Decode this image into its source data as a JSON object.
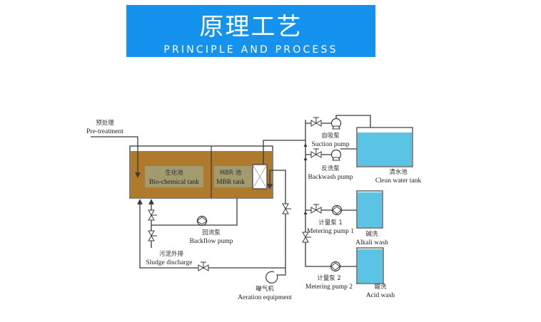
{
  "header": {
    "title_cn": "原理工艺",
    "title_en": "PRINCIPLE AND PROCESS"
  },
  "colors": {
    "banner": "#1592ee",
    "sludge_tank": "#b07a2c",
    "label_bg": "#a39a6e",
    "water_tank": "#5bc3e3",
    "pipe": "#3a3a3a"
  },
  "diagram": {
    "pretreatment": {
      "cn": "预处理",
      "en": "Pre-treatment"
    },
    "biochemical_tank": {
      "cn": "生化池",
      "en": "Bio-chemical tank"
    },
    "mbr_tank": {
      "cn": "MBR 池",
      "en": "MBR tank"
    },
    "suction_pump": {
      "cn": "自吸泵",
      "en": "Suction pump"
    },
    "backwash_pump": {
      "cn": "反洗泵",
      "en": "Backwash pump"
    },
    "clean_water_tank": {
      "cn": "清水池",
      "en": "Clean water tank"
    },
    "metering_pump_1": {
      "cn": "计量泵 1",
      "en": "Metering pump 1"
    },
    "alkali_wash": {
      "cn": "碱洗",
      "en": "Alkali wash"
    },
    "metering_pump_2": {
      "cn": "计量泵 2",
      "en": "Metering pump 2"
    },
    "acid_wash": {
      "cn": "酸洗",
      "en": "Acid wash"
    },
    "backflow_pump": {
      "cn": "回流泵",
      "en": "Backflow pump"
    },
    "sludge_discharge": {
      "cn": "污泥外排",
      "en": "Sludge discharge"
    },
    "aeration_equipment": {
      "cn": "曝气机",
      "en": "Aeration equipment"
    }
  }
}
